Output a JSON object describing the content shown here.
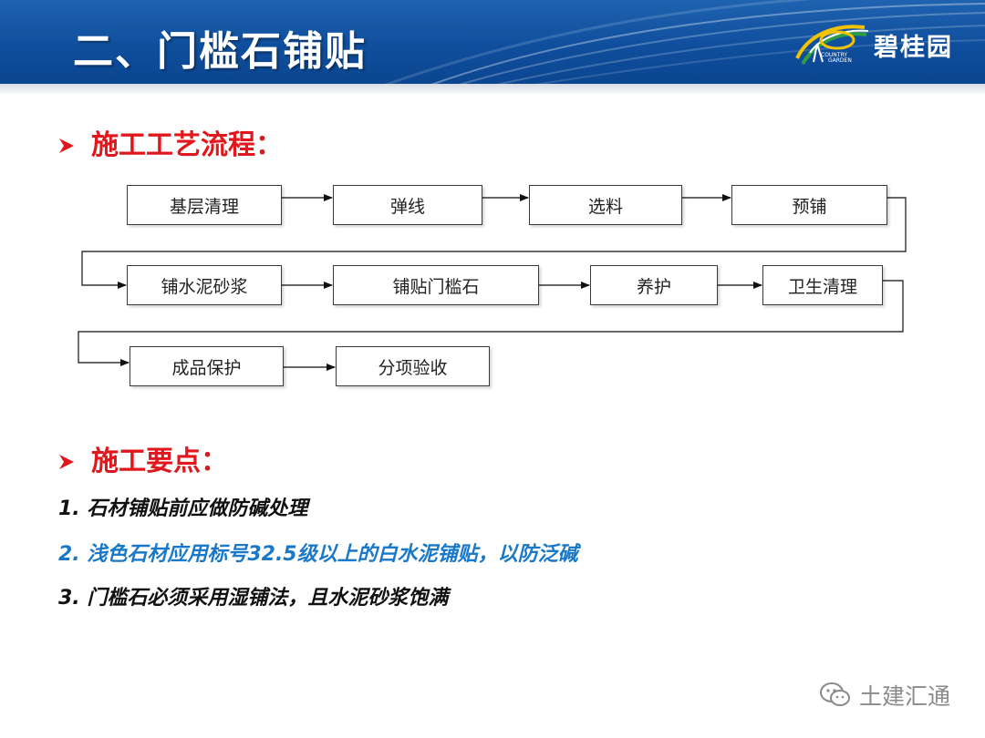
{
  "header": {
    "title": "二、门槛石铺贴",
    "logo": {
      "name": "碧桂园",
      "sub_line1": "COUNTRY",
      "sub_line2": "GARDEN",
      "icon": "country-garden-logo"
    },
    "colors": {
      "header_blue": "#0f4e9c",
      "accent_red": "#e0171c",
      "accent_blue": "#1a78c8"
    }
  },
  "section1": {
    "heading": "施工工艺流程：",
    "icon": "arrow-bullet-icon"
  },
  "flow": {
    "row1": [
      "基层清理",
      "弹线",
      "选料",
      "预铺"
    ],
    "row2": [
      "铺水泥砂浆",
      "铺贴门槛石",
      "养护",
      "卫生清理"
    ],
    "row3": [
      "成品保护",
      "分项验收"
    ]
  },
  "section2": {
    "heading": "施工要点：",
    "icon": "arrow-bullet-icon"
  },
  "points": [
    {
      "text": "1. 石材铺贴前应做防碱处理",
      "color": "#111111"
    },
    {
      "text": "2. 浅色石材应用标号32.5级以上的白水泥铺贴，以防泛碱",
      "color": "#1a78c8"
    },
    {
      "text": "3. 门槛石必须采用湿铺法，且水泥砂浆饱满",
      "color": "#111111"
    }
  ],
  "watermark": {
    "text": "土建汇通",
    "icon": "wechat-icon"
  }
}
